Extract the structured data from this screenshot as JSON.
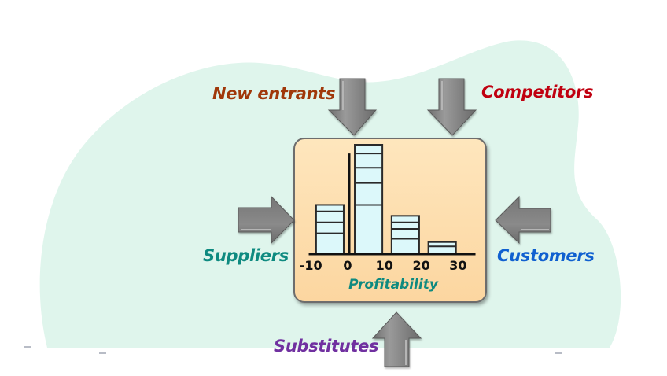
{
  "diagram": {
    "type": "five-forces",
    "forces": {
      "new_entrants": {
        "label": "New entrants",
        "color": "#a0380a",
        "arrow_direction": "down"
      },
      "competitors": {
        "label": "Competitors",
        "color": "#c00010",
        "arrow_direction": "down"
      },
      "suppliers": {
        "label": "Suppliers",
        "color": "#0e8a80",
        "arrow_direction": "right"
      },
      "customers": {
        "label": "Customers",
        "color": "#1060d0",
        "arrow_direction": "left"
      },
      "substitutes": {
        "label": "Substitutes",
        "color": "#7030a0",
        "arrow_direction": "up"
      }
    },
    "colors": {
      "background_blob": "#dff5ec",
      "center_box": "#fddcaa",
      "arrow": "#7a7a7a",
      "bar_fill": "#dcf8fa"
    }
  },
  "chart_data": {
    "type": "bar",
    "title": "",
    "xlabel": "Profitability",
    "xlabel_color": "#0e8a80",
    "ylabel": "",
    "x_ticks": [
      "-10",
      "0",
      "10",
      "20",
      "30"
    ],
    "x_tick_values": [
      -10,
      0,
      10,
      20,
      30
    ],
    "xlim": [
      -10,
      33
    ],
    "ylim": [
      0,
      100
    ],
    "y_axis_at_x": 0,
    "y_axis_top": 92,
    "y_units": "relative height (tallest bar = 100)",
    "bins": [
      {
        "from": -9,
        "to": -1.5,
        "value": 45,
        "segment_boundaries": [
          19,
          29,
          39
        ]
      },
      {
        "from": 1.5,
        "to": 9,
        "value": 100,
        "segment_boundaries": [
          45,
          65,
          79,
          92
        ]
      },
      {
        "from": 11.5,
        "to": 19,
        "value": 35,
        "segment_boundaries": [
          14,
          23,
          29
        ]
      },
      {
        "from": 21.5,
        "to": 29,
        "value": 11,
        "segment_boundaries": [
          7
        ]
      }
    ],
    "grid": false,
    "legend": "none"
  }
}
